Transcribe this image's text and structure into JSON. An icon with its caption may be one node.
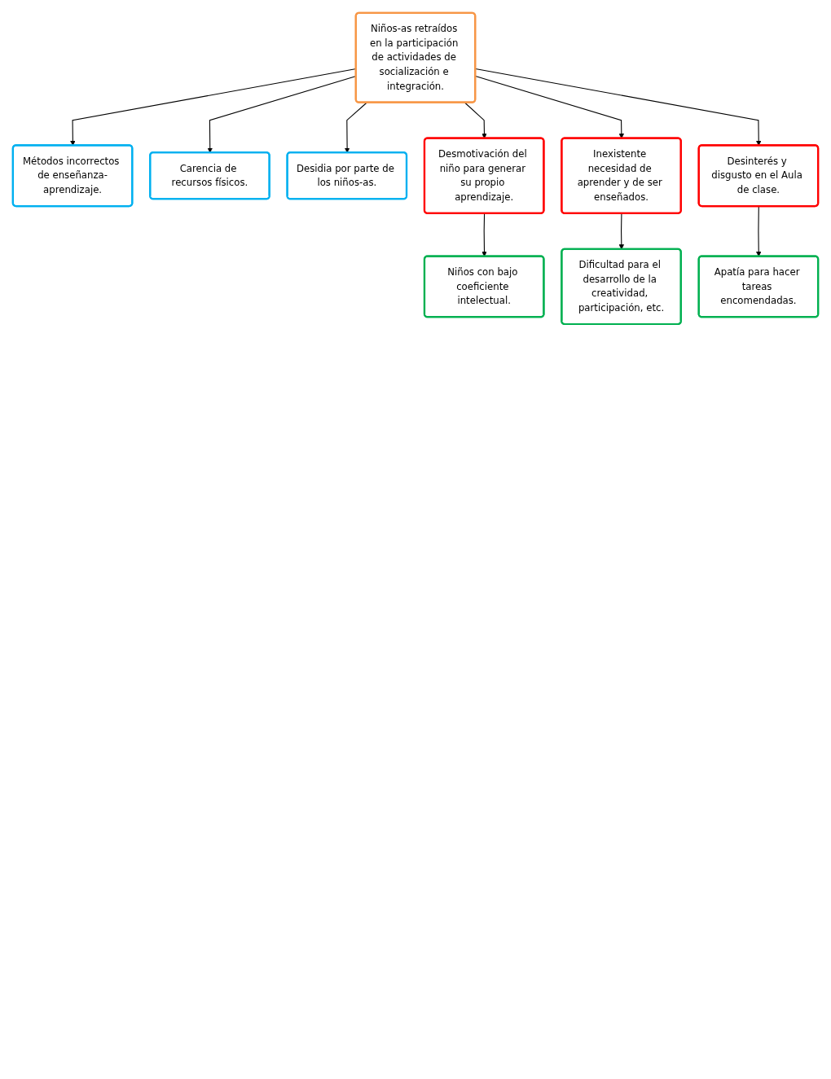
{
  "diagram": {
    "nodes": [
      {
        "text": [
          "Métodos incorrectos de enseñanza-aprendizaje."
        ]
      },
      {
        "text": [
          "Carencia de recursos físicos."
        ]
      },
      {
        "text": [
          "Desidia por parte de los niños-as."
        ]
      },
      {
        "text": [
          "Niños-as retraídos en la participación de actividades de socialización e integración."
        ]
      },
      {
        "text": [
          "Desmotivación del niño para generar su propio aprendizaje."
        ]
      },
      {
        "text": [
          "Inexistente necesidad de aprender y de ser enseñados."
        ]
      },
      {
        "text": [
          "Desinterés y disgusto en el Aula de clase."
        ]
      },
      {
        "text": [
          "Niños con bajo coeficiente intelectual."
        ]
      },
      {
        "text": [
          "Dificultad para el desarrollo de la creatividad, participación, etc."
        ]
      },
      {
        "text": [
          "Apatía para hacer tareas encomendadas."
        ]
      }
    ],
    "edges": [
      {
        "from": 3,
        "to": 0,
        "arrow": "to"
      },
      {
        "from": 3,
        "to": 1,
        "arrow": "to"
      },
      {
        "from": 3,
        "to": 2,
        "arrow": "to"
      },
      {
        "from": 3,
        "to": 4,
        "arrow": "to"
      },
      {
        "from": 3,
        "to": 5,
        "arrow": "to"
      },
      {
        "from": 3,
        "to": 6,
        "arrow": "to"
      },
      {
        "from": 4,
        "to": 7,
        "arrow": "to"
      },
      {
        "from": 5,
        "to": 8,
        "arrow": "to"
      },
      {
        "from": 6,
        "to": 9,
        "arrow": "to"
      }
    ]
  }
}
